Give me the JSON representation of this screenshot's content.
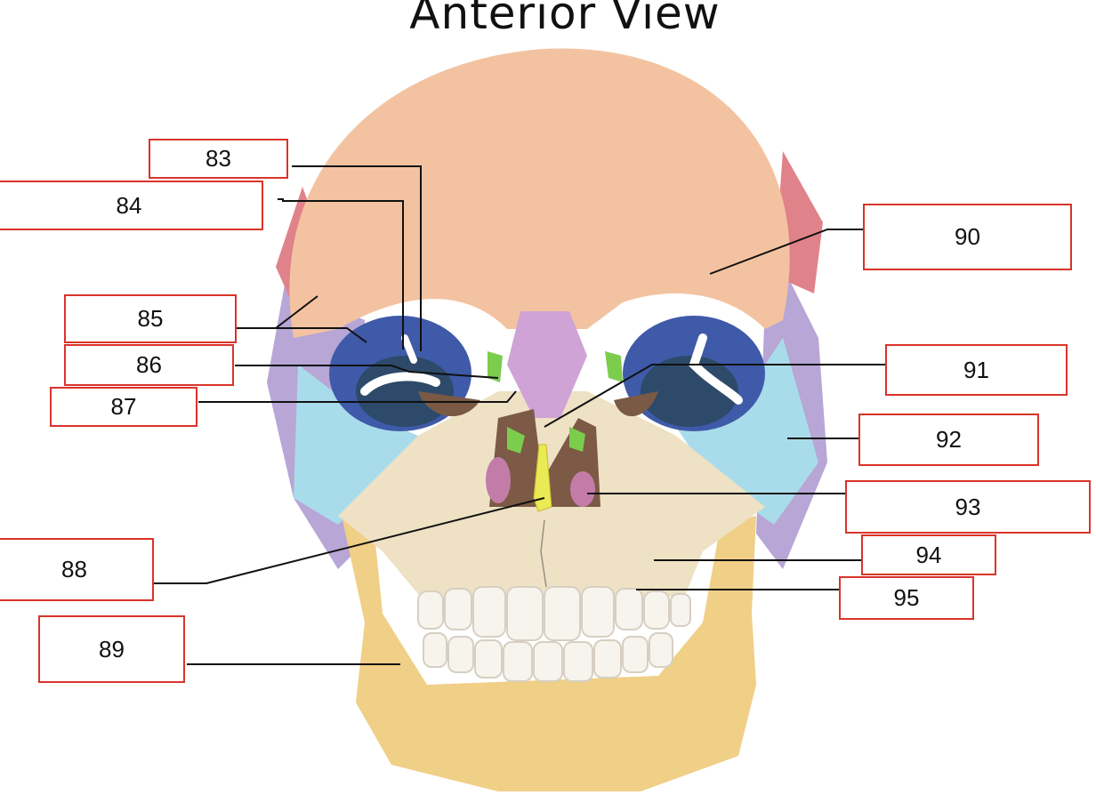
{
  "title": "Anterior View",
  "labels": [
    "83",
    "84",
    "85",
    "86",
    "87",
    "88",
    "89",
    "90",
    "91",
    "92",
    "93",
    "94",
    "95"
  ],
  "colors": {
    "frontal": "#f3c3a1",
    "parietal": "#e0828a",
    "sphenoid": "#b7a6d6",
    "zygomatic": "#a9dcea",
    "maxilla": "#eee1c4",
    "mandible": "#f0cf86",
    "nasal": "#cfa3d6",
    "ethmoid": "#4e73be",
    "lacrimal": "#7ccc4e",
    "vomer": "#eaea55",
    "teeth": "#f7f4ee",
    "label_border": "#d9342b"
  }
}
